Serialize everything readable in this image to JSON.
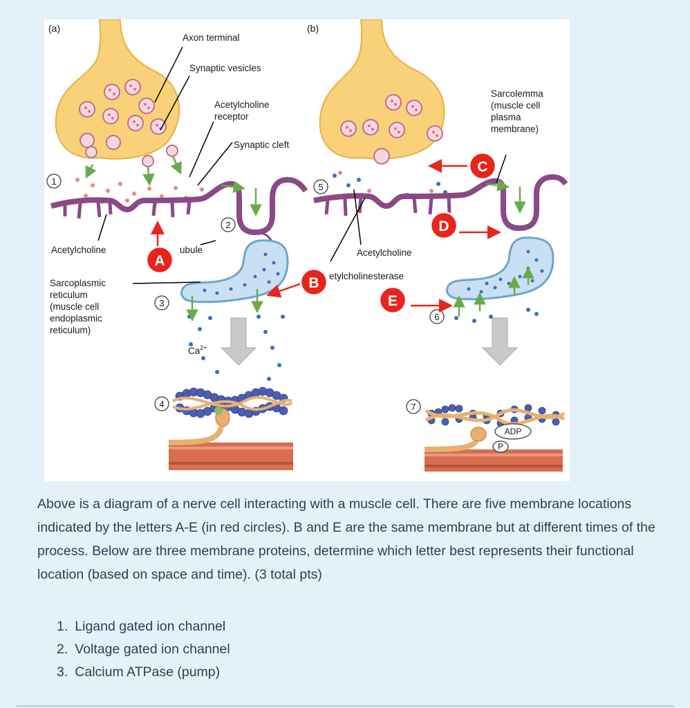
{
  "figure": {
    "panel_labels": [
      "(a)",
      "(b)"
    ],
    "labels": {
      "axon_terminal": "Axon terminal",
      "synaptic_vesicles": "Synaptic vesicles",
      "ach_receptor_1": "Acetylcholine",
      "ach_receptor_2": "receptor",
      "synaptic_cleft": "Synaptic cleft",
      "acetylcholine_a": "Acetylcholine",
      "t_tubule": "ubule",
      "sr_1": "Sarcoplasmic",
      "sr_2": "reticulum",
      "sr_3": "(muscle cell",
      "sr_4": "endoplasmic",
      "sr_5": "reticulum)",
      "calcium": "Ca",
      "calcium_sup": "2+",
      "sarcolemma_1": "Sarcolemma",
      "sarcolemma_2": "(muscle cell",
      "sarcolemma_3": "plasma",
      "sarcolemma_4": "membrane)",
      "acetylcholine_b": "Acetylcholine",
      "ache": "etylcholinesterase",
      "adp": "ADP",
      "p": "P"
    },
    "steps": [
      "1",
      "2",
      "3",
      "4",
      "5",
      "6",
      "7"
    ],
    "markers": [
      "A",
      "B",
      "C",
      "D",
      "E"
    ],
    "colors": {
      "marker_red": "#e8241c",
      "axon": "#f8d178",
      "membrane": "#8a4a85",
      "sr_fill": "#c9e0f2",
      "calcium_dot": "#3a6fc4",
      "green_arrow": "#6aaa4a",
      "muscle": "#d96d4e",
      "actin": "#4a5fb0",
      "myosin": "#e8b070"
    }
  },
  "question": {
    "description": "Above is a diagram of a nerve cell interacting with a muscle cell.  There are five membrane locations indicated by the letters A-E (in red circles).   B and E are the same membrane but at different times of the process.  Below are three membrane proteins, determine which letter best represents their functional location (based on space and time). (3 total pts)",
    "items": [
      {
        "num": "1.",
        "text": "Ligand gated ion channel"
      },
      {
        "num": "2.",
        "text": "Voltage gated ion channel"
      },
      {
        "num": "3.",
        "text": "Calcium ATPase (pump)"
      }
    ]
  }
}
